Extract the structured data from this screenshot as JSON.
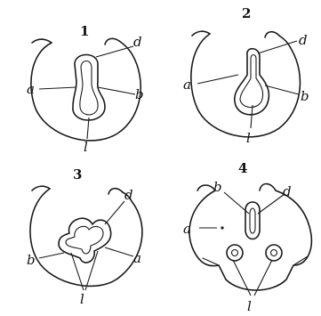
{
  "figures": [
    {
      "number": "1",
      "labels": {
        "a": "a",
        "b": "b",
        "d": "d",
        "l": "l"
      }
    },
    {
      "number": "2",
      "labels": {
        "a": "a",
        "b": "b",
        "d": "d",
        "l": "l"
      }
    },
    {
      "number": "3",
      "labels": {
        "a": "a",
        "b": "b",
        "d": "d",
        "l": "l"
      }
    },
    {
      "number": "4",
      "labels": {
        "a": "a",
        "b": "b",
        "d": "d",
        "l": "l"
      }
    }
  ]
}
